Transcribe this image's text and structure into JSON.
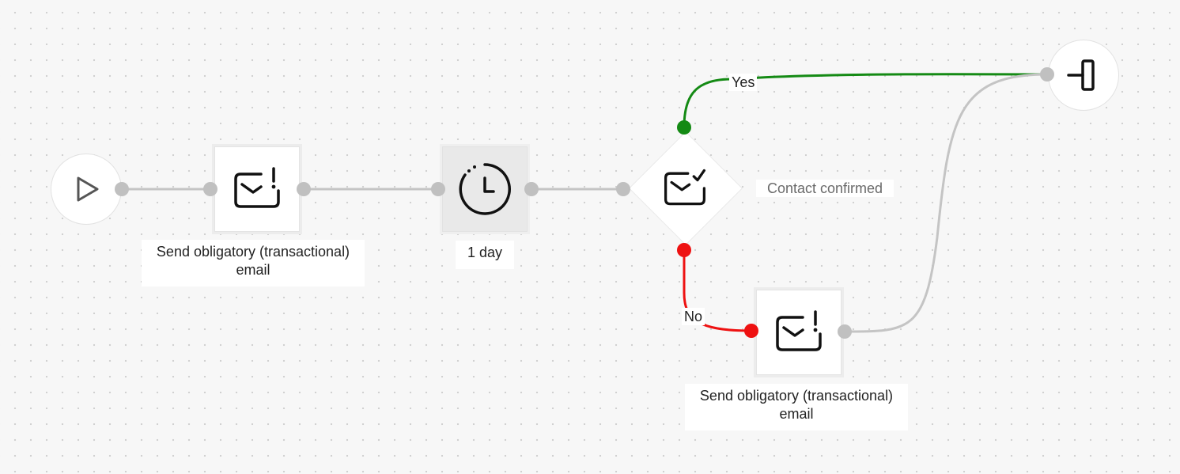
{
  "nodes": {
    "start": {
      "icon": "play-icon"
    },
    "send_email_1": {
      "icon": "mail-alert-icon",
      "label_line1": "Send obligatory (transactional)",
      "label_line2": "email"
    },
    "wait": {
      "icon": "clock-icon",
      "label": "1 day"
    },
    "condition": {
      "icon": "mail-check-icon",
      "label": "Contact confirmed"
    },
    "send_email_2": {
      "icon": "mail-alert-icon",
      "label_line1": "Send obligatory (transactional)",
      "label_line2": "email"
    },
    "exit": {
      "icon": "exit-icon"
    }
  },
  "branches": {
    "yes": "Yes",
    "no": "No"
  },
  "colors": {
    "yes": "#148a14",
    "no": "#ee1111",
    "wire": "#c4c4c4",
    "port": "#c0c0c0"
  }
}
